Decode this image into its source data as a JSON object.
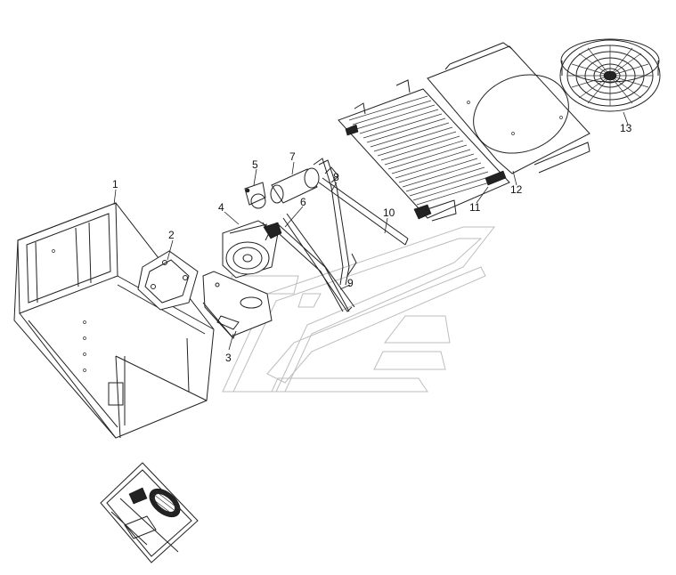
{
  "callouts": [
    {
      "id": "1",
      "label": "1"
    },
    {
      "id": "2",
      "label": "2"
    },
    {
      "id": "3",
      "label": "3"
    },
    {
      "id": "4",
      "label": "4"
    },
    {
      "id": "5",
      "label": "5"
    },
    {
      "id": "6",
      "label": "6"
    },
    {
      "id": "7",
      "label": "7"
    },
    {
      "id": "8",
      "label": "8"
    },
    {
      "id": "9",
      "label": "9"
    },
    {
      "id": "10",
      "label": "10"
    },
    {
      "id": "11",
      "label": "11"
    },
    {
      "id": "12",
      "label": "12"
    },
    {
      "id": "13",
      "label": "13"
    }
  ],
  "colors": {
    "line": "#222222",
    "ghost": "#bdbdbd",
    "background": "#ffffff"
  }
}
